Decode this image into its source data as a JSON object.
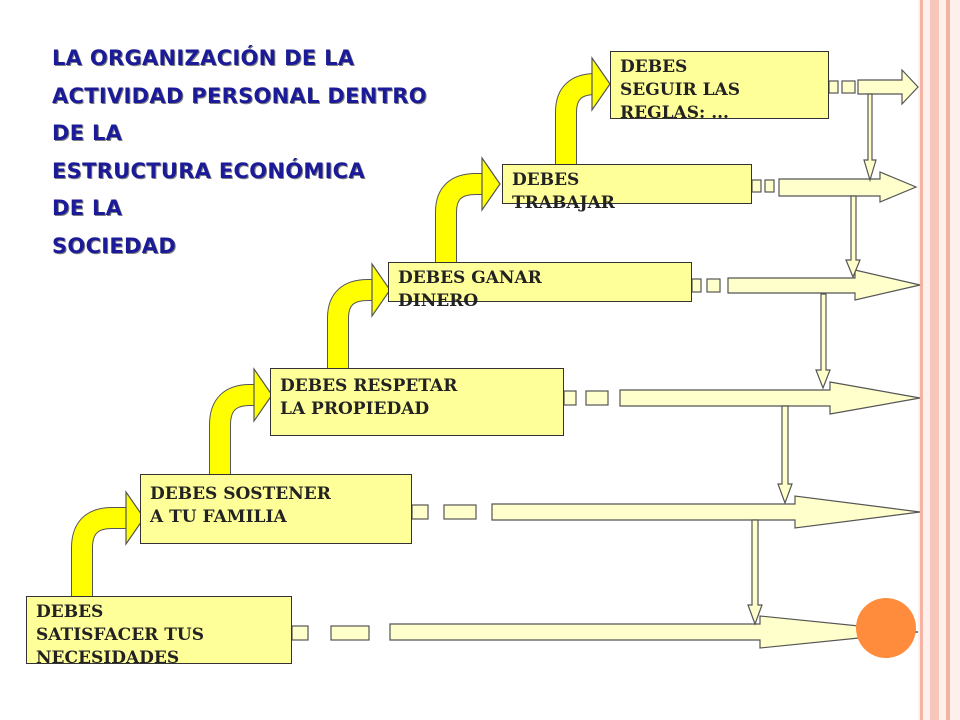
{
  "title_lines": [
    "LA ORGANIZACIÓN DE LA",
    "ACTIVIDAD PERSONAL DENTRO",
    "DE LA",
    "ESTRUCTURA ECONÓMICA",
    "DE LA",
    "SOCIEDAD"
  ],
  "steps": [
    {
      "lines": [
        "DEBES",
        "SATISFACER TUS",
        "NECESIDADES"
      ]
    },
    {
      "lines": [
        "DEBES SOSTENER",
        "A TU FAMILIA"
      ]
    },
    {
      "lines": [
        "DEBES RESPETAR",
        "LA PROPIEDAD"
      ]
    },
    {
      "lines": [
        "DEBES GANAR",
        "DINERO"
      ]
    },
    {
      "lines": [
        "DEBES",
        "TRABAJAR"
      ]
    },
    {
      "lines": [
        "DEBES",
        "SEGUIR LAS",
        "REGLAS: ..."
      ]
    }
  ],
  "colors": {
    "title": "#1b1b99",
    "box_fill": "#ffff99",
    "curved_arrow": "#ffff00",
    "right_arrow": "#ffffcc",
    "accent_circle": "#ff8c3c",
    "side_bars": "#f6c6ba"
  }
}
